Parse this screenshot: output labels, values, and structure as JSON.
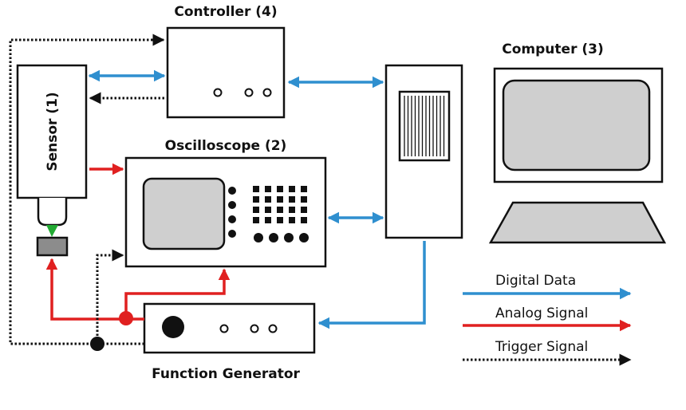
{
  "labels": {
    "controller": "Controller (4)",
    "computer": "Computer (3)",
    "oscilloscope": "Oscilloscope (2)",
    "sensor": "Sensor (1)",
    "function_generator": "Function Generator"
  },
  "legend": [
    {
      "label": "Digital Data",
      "color": "#2f8fcf",
      "style": "solid"
    },
    {
      "label": "Analog Signal",
      "color": "#e02020",
      "style": "solid"
    },
    {
      "label": "Trigger Signal",
      "color": "#111111",
      "style": "dotted"
    }
  ],
  "colors": {
    "digital": "#2f8fcf",
    "analog": "#e02020",
    "trigger": "#111111",
    "screen_fill": "#cfcfcf",
    "beam": "#22aa33"
  }
}
